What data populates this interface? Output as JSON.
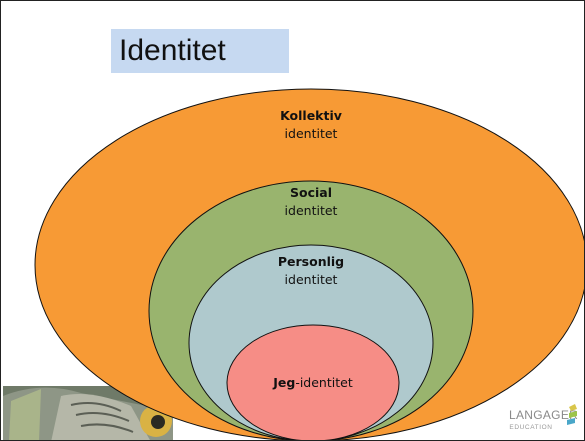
{
  "slide": {
    "title": "Identitet"
  },
  "diagram": {
    "levels": [
      {
        "bold": "Kollektiv",
        "rest": "identitet",
        "color": "#f79a35"
      },
      {
        "bold": "Social",
        "rest": "identitet",
        "color": "#99b46e"
      },
      {
        "bold": "Personlig",
        "rest": "identitet",
        "color": "#afc9cd"
      },
      {
        "bold": "Jeg",
        "rest": "-identitet",
        "color": "#f68d86"
      }
    ]
  },
  "logo": {
    "name": "LANGAGER",
    "sub": "EDUCATION",
    "icon": "langager-s-icon"
  },
  "colors": {
    "title_bg": "#c6d9f1",
    "border": "#222222"
  }
}
